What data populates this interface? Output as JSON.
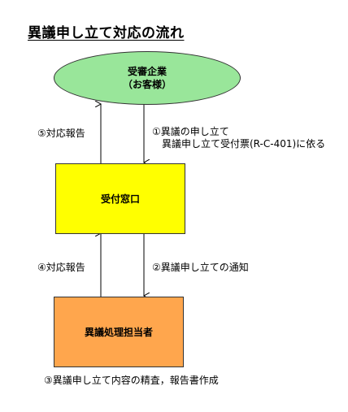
{
  "title": "異議申し立て対応の流れ",
  "nodes": {
    "client": {
      "line1": "受審企業",
      "line2": "（お客様）",
      "color": "#99e69a"
    },
    "reception": {
      "label": "受付窓口",
      "color": "#ffff00"
    },
    "handler": {
      "label": "異議処理担当者",
      "color": "#ffa64d"
    }
  },
  "edges": {
    "step1_line1": "①異議の申し立て",
    "step1_line2": "異議申し立て受付票(R-C-401)に依る",
    "step2": "②異議申し立ての通知",
    "step4": "④対応報告",
    "step5": "⑤対応報告"
  },
  "footer_note": "③異議申し立て内容の精査，報告書作成"
}
